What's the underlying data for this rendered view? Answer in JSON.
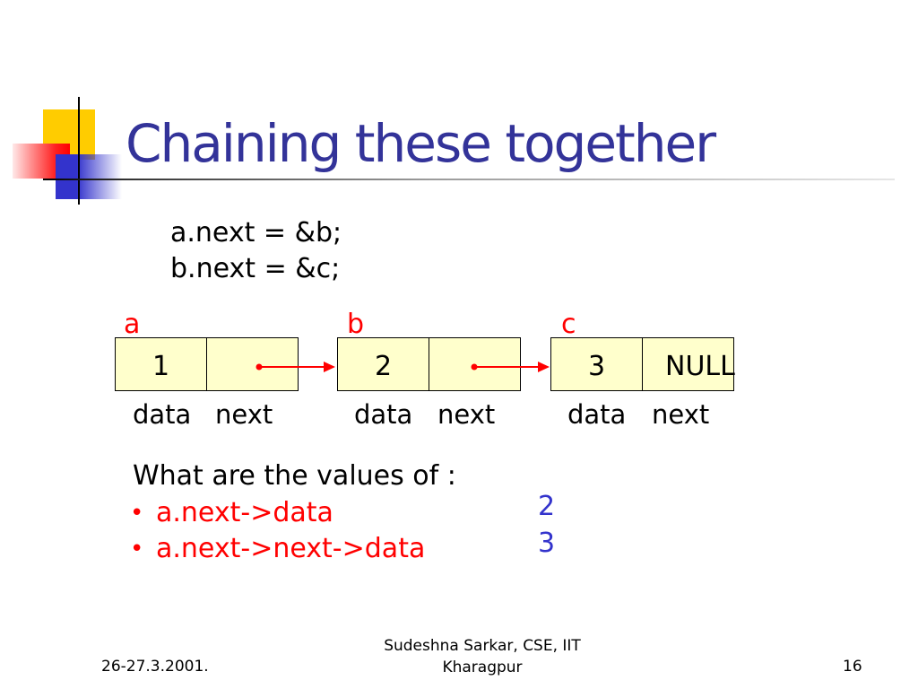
{
  "slide": {
    "title": "Chaining these together",
    "code": [
      "a.next = &b;",
      "b.next = &c;"
    ],
    "nodes": [
      {
        "name": "a",
        "data": "1"
      },
      {
        "name": "b",
        "data": "2"
      },
      {
        "name": "c",
        "data": "3",
        "next": "NULL"
      }
    ],
    "field_labels": {
      "data": "data",
      "next": "next"
    },
    "question": {
      "prompt": "What are the values of :",
      "bullet": "•",
      "items": [
        "a.next->data",
        "a.next->next->data"
      ],
      "answers": [
        "2",
        "3"
      ]
    }
  },
  "footer": {
    "date": "26-27.3.2001.",
    "author": [
      "Sudeshna Sarkar, CSE, IIT",
      "Kharagpur"
    ],
    "page_number": "16"
  },
  "colors": {
    "title": "#333399",
    "highlight_red": "#ff0000",
    "answer_blue": "#3333cc",
    "node_fill": "#ffffcc",
    "logo_yellow": "#ffcc00",
    "logo_blue": "#3333cc"
  }
}
